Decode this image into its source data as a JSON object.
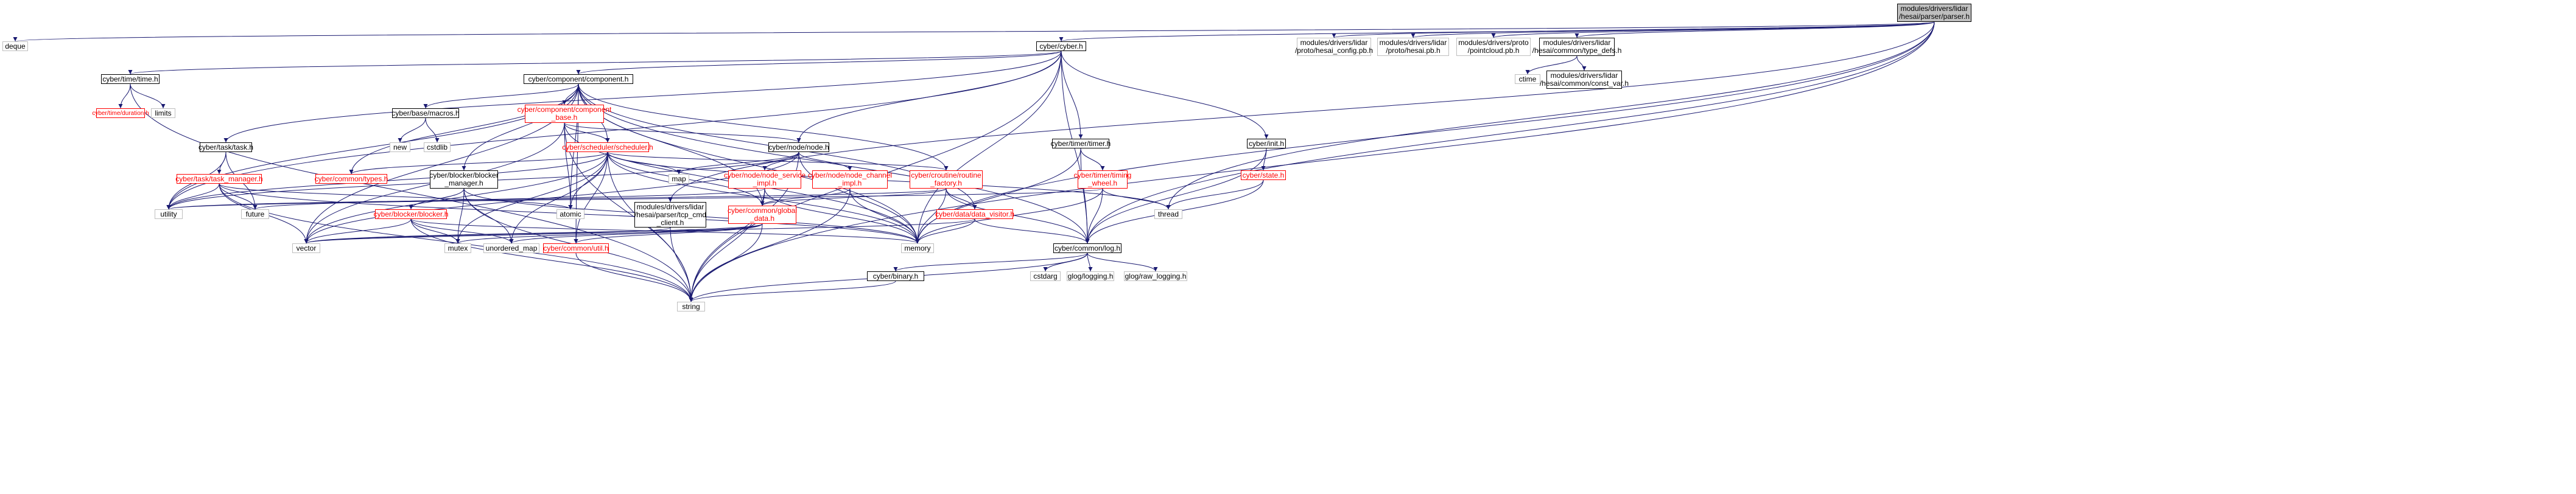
{
  "graph": {
    "root": "modules/drivers/lidar\n/hesai/parser/parser.h",
    "edge_color": "#191970",
    "nodes": {
      "root": "modules/drivers/lidar\n/hesai/parser/parser.h",
      "deque": "deque",
      "cyber_h": "cyber/cyber.h",
      "hesai_config_pb": "modules/drivers/lidar\n/proto/hesai_config.pb.h",
      "hesai_pb": "modules/drivers/lidar\n/proto/hesai.pb.h",
      "pointcloud_pb": "modules/drivers/proto\n/pointcloud.pb.h",
      "type_defs": "modules/drivers/lidar\n/hesai/common/type_defs.h",
      "ctime": "ctime",
      "const_var": "modules/drivers/lidar\n/hesai/common/const_var.h",
      "time_h": "cyber/time/time.h",
      "limits": "limits",
      "duration_h": "cyber/time/duration.h",
      "component_h": "cyber/component/component.h",
      "macros_h": "cyber/base/macros.h",
      "new": "new",
      "cstdlib": "cstdlib",
      "component_base": "cyber/component/component\n_base.h",
      "task_h": "cyber/task/task.h",
      "task_manager": "cyber/task/task_manager.h",
      "scheduler_h": "cyber/scheduler/scheduler.h",
      "types_h": "cyber/common/types.h",
      "blocker_manager": "cyber/blocker/blocker\n_manager.h",
      "blocker_h": "cyber/blocker/blocker.h",
      "node_h": "cyber/node/node.h",
      "map": "map",
      "node_service_impl": "cyber/node/node_service\n_impl.h",
      "node_channel_impl": "cyber/node/node_channel\n_impl.h",
      "tcp_cmd_client": "modules/drivers/lidar\n/hesai/parser/tcp_cmd\n_client.h",
      "routine_factory": "cyber/croutine/routine\n_factory.h",
      "global_data": "cyber/common/global\n_data.h",
      "data_visitor": "cyber/data/data_visitor.h",
      "timer_h": "cyber/timer/timer.h",
      "timing_wheel": "cyber/timer/timing\n_wheel.h",
      "init_h": "cyber/init.h",
      "state_h": "cyber/state.h",
      "thread": "thread",
      "utility": "utility",
      "future": "future",
      "vector": "vector",
      "atomic": "atomic",
      "mutex": "mutex",
      "unordered_map": "unordered_map",
      "util_h": "cyber/common/util.h",
      "memory": "memory",
      "log_h": "cyber/common/log.h",
      "binary_h": "cyber/binary.h",
      "cstdarg": "cstdarg",
      "glog_logging": "glog/logging.h",
      "glog_raw_logging": "glog/raw_logging.h",
      "string": "string"
    }
  }
}
